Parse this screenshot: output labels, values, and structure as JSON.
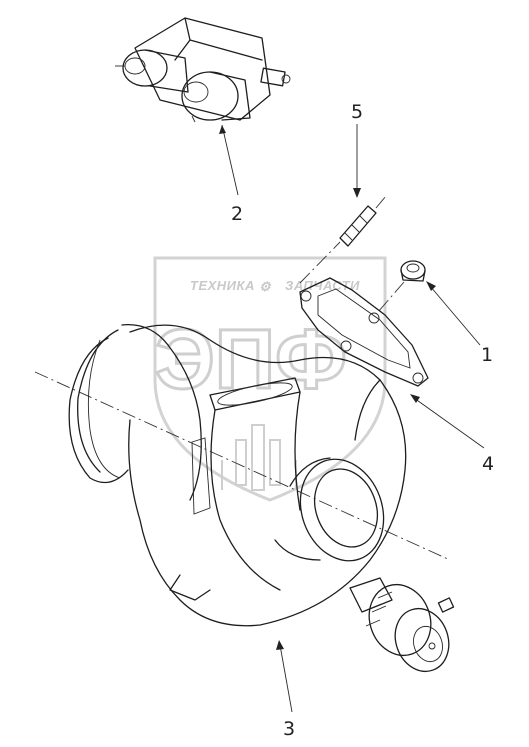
{
  "callouts": {
    "part_1": "1",
    "part_2": "2",
    "part_3": "3",
    "part_4": "4",
    "part_5": "5"
  },
  "watermark": {
    "text_left": "ТЕХНИКА",
    "text_right": "ЗАПЧАСТИ",
    "logo": "ЭПФ",
    "color": "#c9c9c9"
  },
  "colors": {
    "line": "#1e1e1e",
    "background": "#ffffff"
  }
}
